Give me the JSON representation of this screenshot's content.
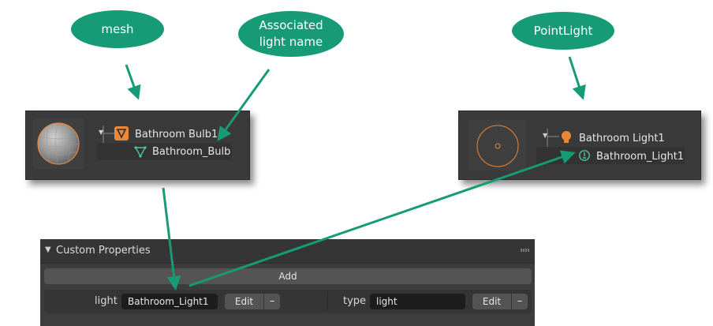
{
  "callouts": {
    "mesh": "mesh",
    "assoc_line1": "Associated",
    "assoc_line2": "light name",
    "pointlight": "PointLight"
  },
  "left_panel": {
    "object_name": "Bathroom Bulb1",
    "mesh_name": "Bathroom_Bulb"
  },
  "right_panel": {
    "object_name": "Bathroom Light1",
    "light_name": "Bathroom_Light1"
  },
  "custom_properties": {
    "title": "Custom Properties",
    "add_label": "Add",
    "properties": [
      {
        "label": "light",
        "value": "Bathroom_Light1",
        "edit_label": "Edit",
        "remove_label": "–"
      },
      {
        "label": "type",
        "value": "light",
        "edit_label": "Edit",
        "remove_label": "–"
      }
    ]
  },
  "colors": {
    "callout_green": "#169b76",
    "arrow_green": "#169b76",
    "object_orange": "#e8893a",
    "data_green": "#4fc69a"
  }
}
